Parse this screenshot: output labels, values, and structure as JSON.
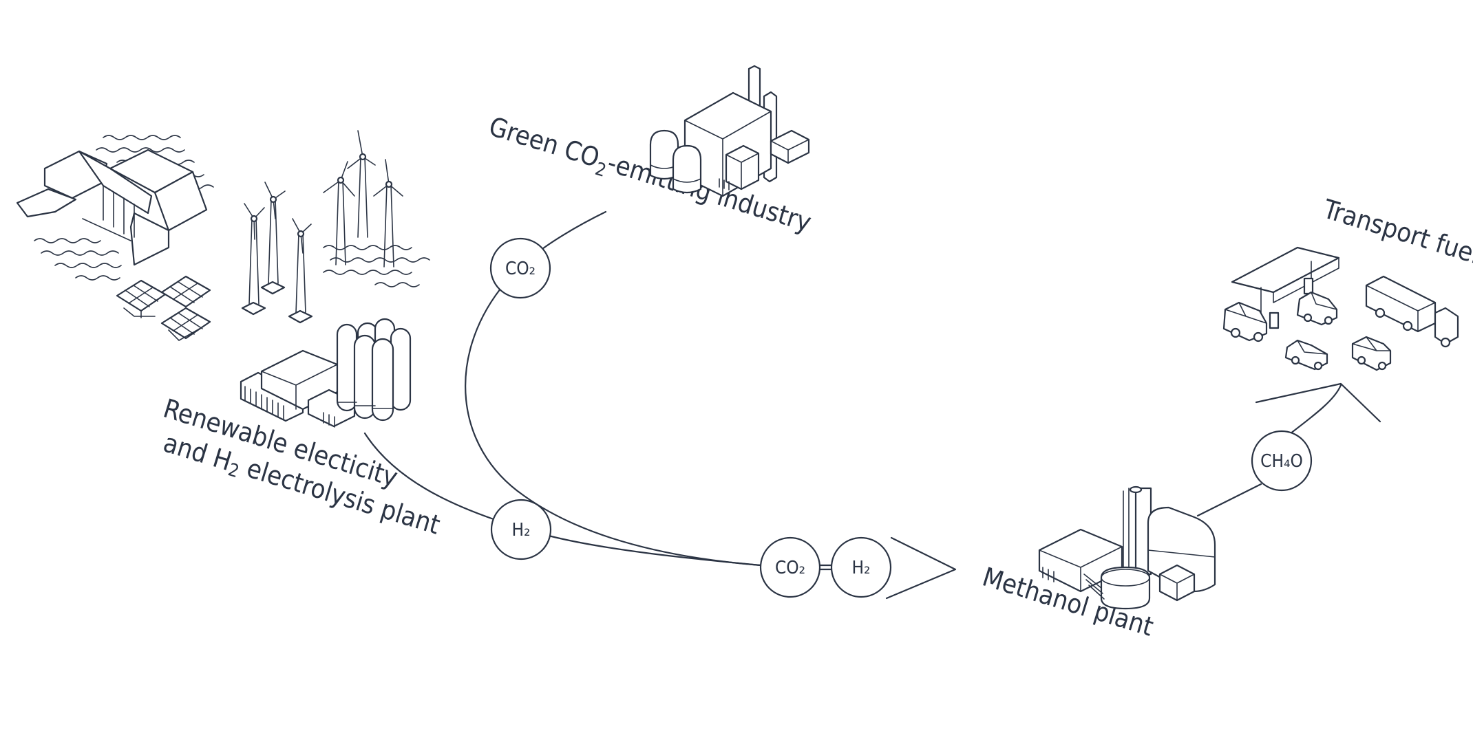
{
  "labels": {
    "renewable_line1": "Renewable electicity",
    "renewable_line2_pre": "and H",
    "renewable_line2_sub": "2",
    "renewable_line2_post": " electrolysis plant",
    "co2_industry_pre": "Green CO",
    "co2_industry_sub": "2",
    "co2_industry_post": "-emitting industry",
    "methanol_plant": "Methanol plant",
    "transport_fuel": "Transport fuel"
  },
  "bubbles": {
    "co2_top": "CO₂",
    "h2_left": "H₂",
    "co2_merge": "CO₂",
    "h2_merge": "H₂",
    "ch4o": "CH₄O"
  },
  "colors": {
    "ink": "#2b3444",
    "background": "#ffffff"
  }
}
